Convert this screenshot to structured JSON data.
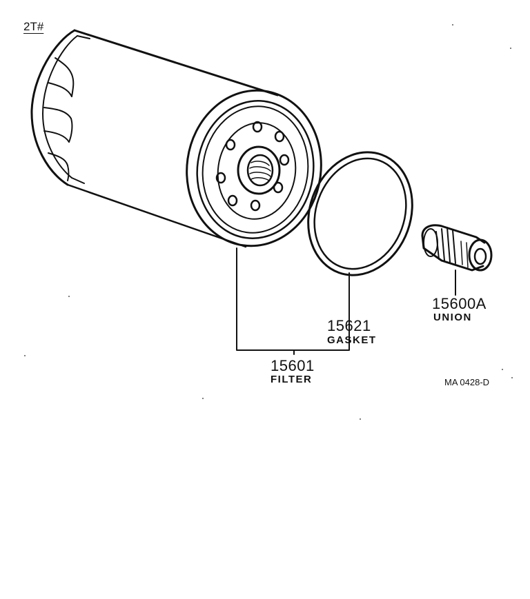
{
  "variant": "2T#",
  "parts": [
    {
      "number": "15601",
      "name": "FILTER"
    },
    {
      "number": "15621",
      "name": "GASKET"
    },
    {
      "number": "15600A",
      "name": "UNION"
    }
  ],
  "diagram_code": "MA 0428-D"
}
